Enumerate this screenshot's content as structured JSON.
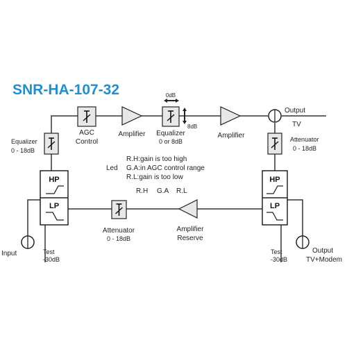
{
  "title": "SNR-HA-107-32",
  "colors": {
    "title": "#1E8FD0",
    "line": "#333333",
    "block_fill": "#E8E8E8"
  },
  "labels": {
    "agc_control": [
      "AGC",
      "Control"
    ],
    "amplifier_1": "Amplifier",
    "equalizer_top": {
      "range": "0dB",
      "name": "Equalizer",
      "value": "0 or 8dB",
      "side": "8dB"
    },
    "amplifier_2": "Amplifier",
    "output_tv": [
      "Output",
      "TV"
    ],
    "equalizer_left": [
      "Equalizer",
      "0 - 18dB"
    ],
    "attenuator_right": [
      "Attenuator",
      "0 - 18dB"
    ],
    "hp": "HP",
    "lp": "LP",
    "led": {
      "title": "Led",
      "lines": [
        "R.H:gain is too high",
        "G.A:in AGC control range",
        "R.L:gain is too low"
      ],
      "indicators": [
        "R.H",
        "G.A",
        "R.L"
      ]
    },
    "attenuator_bottom": [
      "Attenuator",
      "0 - 18dB"
    ],
    "amplifier_reserve": [
      "Amplifier",
      "Reserve"
    ],
    "input": "Input",
    "test_left": [
      "Test",
      "-30dB"
    ],
    "test_right": [
      "Test",
      "-30dB"
    ],
    "output_modem": [
      "Output",
      "TV+Modem"
    ]
  }
}
